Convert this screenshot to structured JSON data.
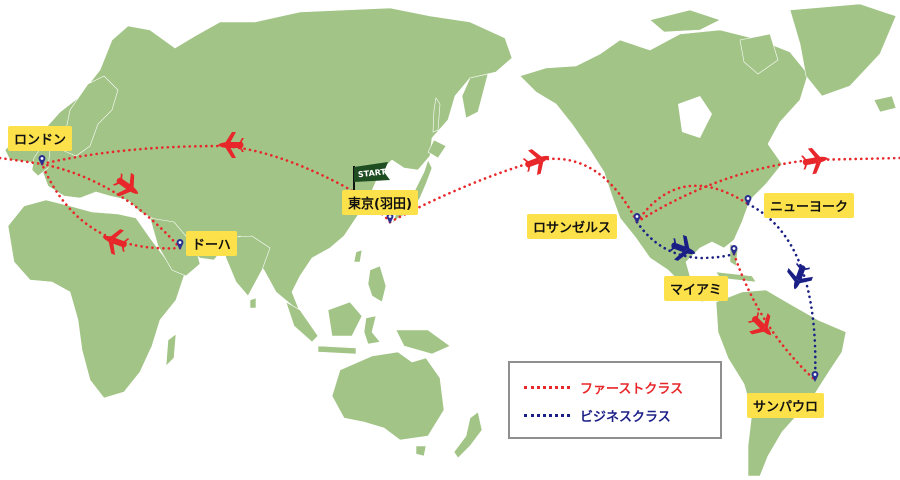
{
  "cities": {
    "tokyo": "東京(羽田)",
    "london": "ロンドン",
    "doha": "ドーハ",
    "los_angeles": "ロサンゼルス",
    "new_york": "ニューヨーク",
    "miami": "マイアミ",
    "sao_paulo": "サンパウロ"
  },
  "start_flag": "START",
  "legend": {
    "first_class": "ファーストクラス",
    "business_class": "ビジネスクラス"
  },
  "colors": {
    "land": "#a2c487",
    "first_class": "#e8272b",
    "business_class": "#1a1f86",
    "label_bg": "#fde14a",
    "legend_border": "#8f8f8f"
  },
  "icons": [
    "airplane-icon",
    "map-pin-icon",
    "start-flag-icon"
  ]
}
